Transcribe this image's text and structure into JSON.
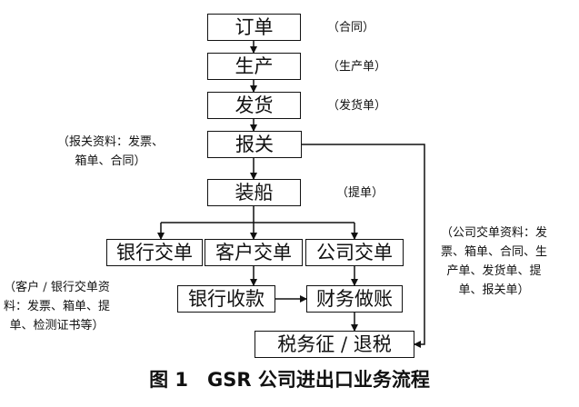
{
  "nodes": {
    "order": "订单",
    "production": "生产",
    "shipping": "发货",
    "customs": "报关",
    "loading": "装船",
    "bank_settlement": "银行交单",
    "customer_settlement": "客户交单",
    "company_settlement": "公司交单",
    "bank_receipt": "银行收款",
    "finance_booking": "财务做账",
    "tax_refund": "税务征 / 退税"
  },
  "notes": {
    "contract": "（合同）",
    "production_order": "（生产单）",
    "delivery_note": "（发货单）",
    "customs_docs": [
      "（报关资料：发票、",
      "箱单、合同）"
    ],
    "bill_of_lading": "（提单）",
    "company_docs": [
      "（公司交单资料：发",
      "票、箱单、合同、生",
      "产单、发货单、提",
      "单、报关单）"
    ],
    "customer_bank_docs": [
      "（客户 / 银行交单资",
      "料：发票、箱单、提",
      "单、检测证书等）"
    ]
  },
  "caption": "图 1　GSR 公司进出口业务流程"
}
